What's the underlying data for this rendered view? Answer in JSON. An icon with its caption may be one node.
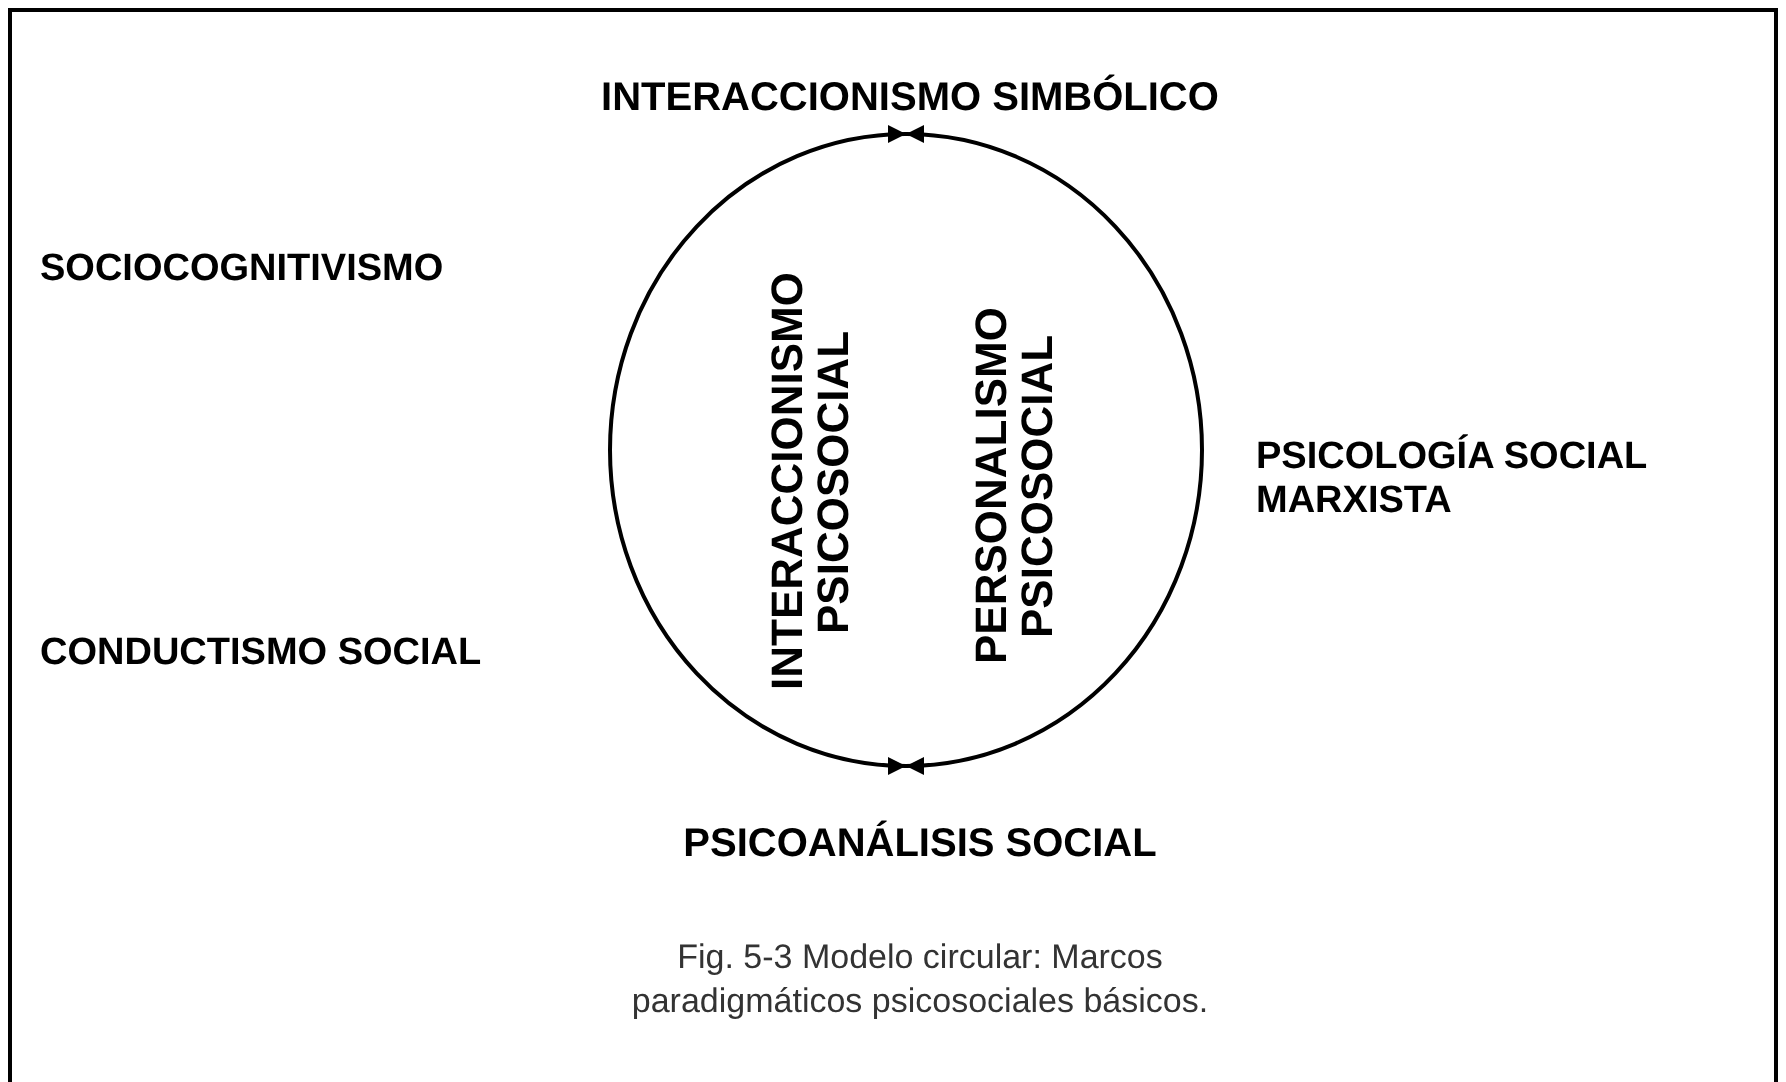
{
  "diagram": {
    "caption": "Fig. 5-3 Modelo circular: Marcos paradigmáticos psicosociales básicos.",
    "nodes": [
      {
        "text": [
          "INTERACCIONISMO SIMBÓLICO"
        ]
      },
      {
        "text": [
          "PSICOANÁLISIS SOCIAL"
        ]
      }
    ],
    "edges": [
      {
        "from": 1,
        "to": 0,
        "arrow": "both"
      },
      {
        "from": 1,
        "to": 0,
        "arrow": "both"
      }
    ],
    "labels": [
      "SOCIOCOGNITIVISMO",
      "INTERACCIONISMO PSICOSOCIAL",
      "PERSONALISMO PSICOSOCIAL",
      "PSICOLOGÍA SOCIAL MARXISTA",
      "CONDUCTISMO SOCIAL"
    ]
  }
}
